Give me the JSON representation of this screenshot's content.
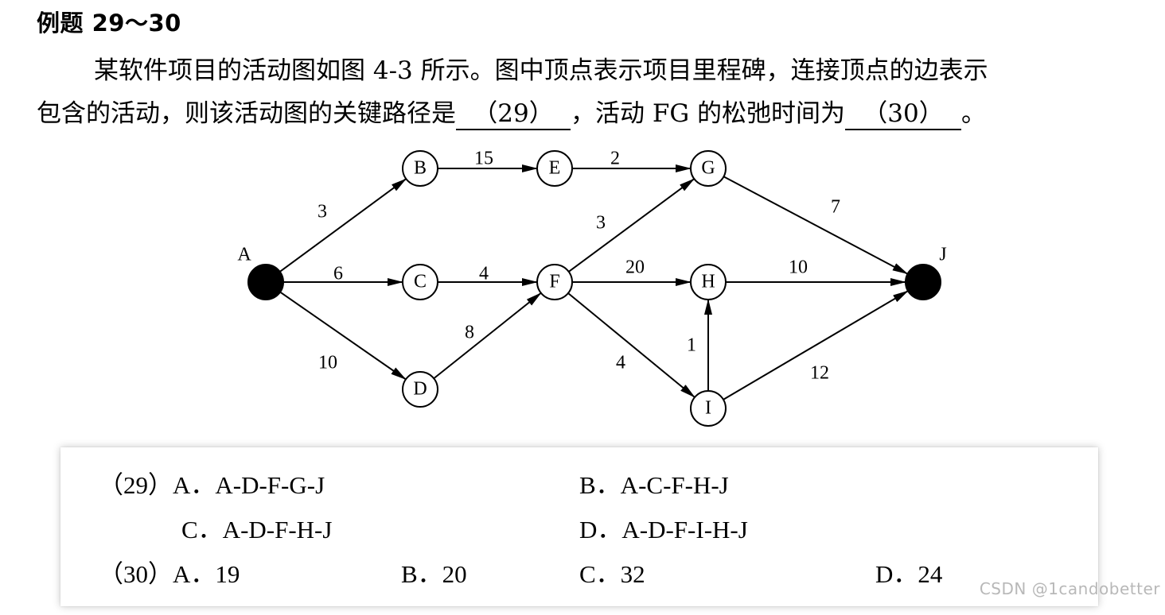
{
  "title": "例题 29～30",
  "question": {
    "line1": "某软件项目的活动图如图 4-3 所示。图中顶点表示项目里程碑，连接顶点的边表示",
    "line2_a": "包含的活动，则该活动图的关键路径是",
    "blank29": "（29）",
    "line2_b": "，活动 FG 的松弛时间为",
    "blank30": "（30）",
    "line2_c": "。"
  },
  "graph": {
    "nodes": [
      {
        "id": "A",
        "label": "A",
        "filled": true
      },
      {
        "id": "B",
        "label": "B",
        "filled": false
      },
      {
        "id": "C",
        "label": "C",
        "filled": false
      },
      {
        "id": "D",
        "label": "D",
        "filled": false
      },
      {
        "id": "E",
        "label": "E",
        "filled": false
      },
      {
        "id": "F",
        "label": "F",
        "filled": false
      },
      {
        "id": "G",
        "label": "G",
        "filled": false
      },
      {
        "id": "H",
        "label": "H",
        "filled": false
      },
      {
        "id": "I",
        "label": "I",
        "filled": false
      },
      {
        "id": "J",
        "label": "J",
        "filled": true
      }
    ],
    "edges": [
      {
        "from": "A",
        "to": "B",
        "weight": "3"
      },
      {
        "from": "A",
        "to": "C",
        "weight": "6"
      },
      {
        "from": "A",
        "to": "D",
        "weight": "10"
      },
      {
        "from": "B",
        "to": "E",
        "weight": "15"
      },
      {
        "from": "C",
        "to": "F",
        "weight": "4"
      },
      {
        "from": "D",
        "to": "F",
        "weight": "8"
      },
      {
        "from": "E",
        "to": "G",
        "weight": "2"
      },
      {
        "from": "F",
        "to": "G",
        "weight": "3"
      },
      {
        "from": "F",
        "to": "H",
        "weight": "20"
      },
      {
        "from": "F",
        "to": "I",
        "weight": "4"
      },
      {
        "from": "I",
        "to": "H",
        "weight": "1"
      },
      {
        "from": "G",
        "to": "J",
        "weight": "7"
      },
      {
        "from": "H",
        "to": "J",
        "weight": "10"
      },
      {
        "from": "I",
        "to": "J",
        "weight": "12"
      }
    ]
  },
  "options": {
    "q29_prefix": "（29）",
    "q29_a": "A．A-D-F-G-J",
    "q29_b": "B．A-C-F-H-J",
    "q29_c": "C．A-D-F-H-J",
    "q29_d": "D．A-D-F-I-H-J",
    "q30_prefix": "（30）",
    "q30_a": "A．19",
    "q30_b": "B．20",
    "q30_c": "C．32",
    "q30_d": "D．24"
  },
  "watermark": "CSDN @1candobetter"
}
